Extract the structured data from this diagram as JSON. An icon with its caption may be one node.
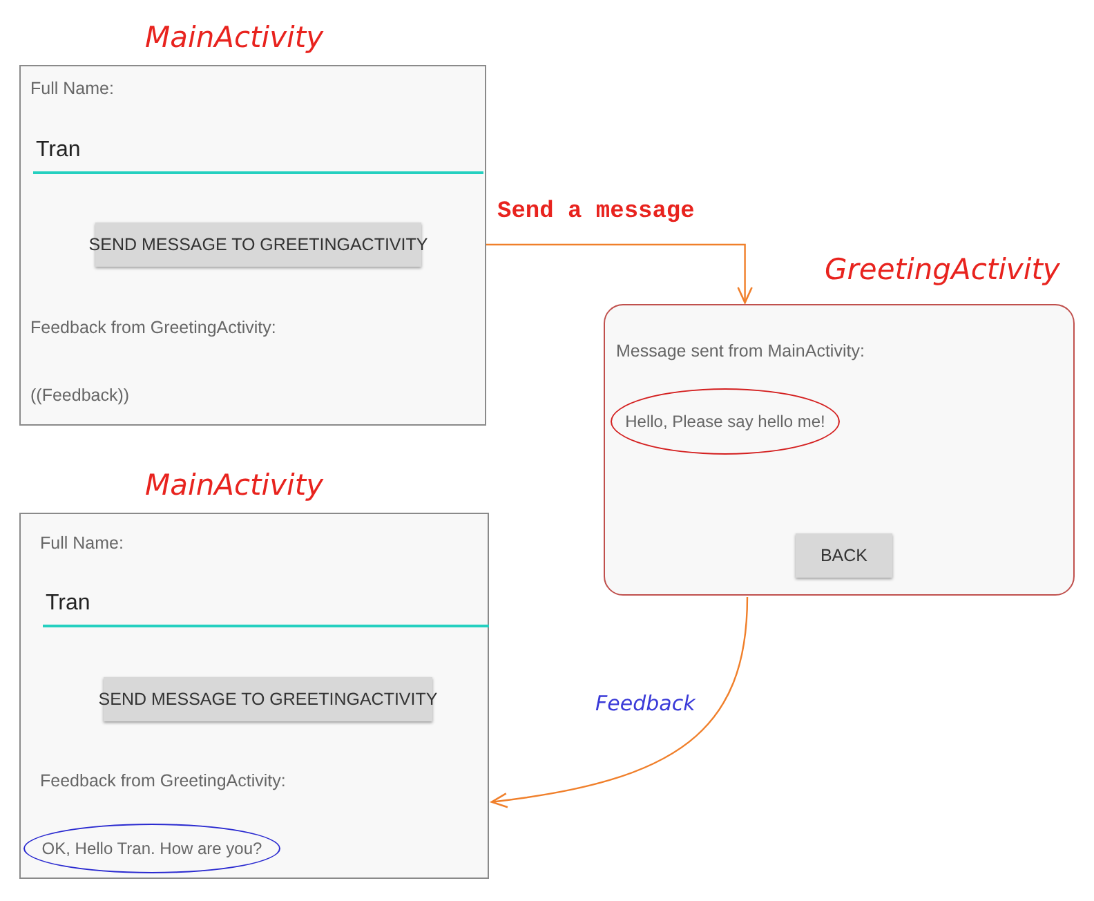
{
  "diagram": {
    "nodes": [
      {
        "text": [
          "MainActivity",
          "Full Name:",
          "Tran",
          "Feedback from GreetingActivity:",
          "((Feedback))"
        ]
      },
      {
        "text": [
          "SEND MESSAGE TO GREETINGACTIVITY"
        ],
        "in": 0
      },
      {
        "text": [
          "GreetingActivity",
          "Message sent from MainActivity:"
        ]
      },
      {
        "text": [
          "Hello, Please say hello me!"
        ],
        "in": 2
      },
      {
        "text": [
          "BACK"
        ],
        "in": 2
      },
      {
        "text": [
          "MainActivity",
          "Full Name:",
          "Tran",
          "Feedback from GreetingActivity:"
        ]
      },
      {
        "text": [
          "SEND MESSAGE TO GREETINGACTIVITY"
        ],
        "in": 5
      },
      {
        "text": [
          "OK, Hello Tran. How are you?"
        ],
        "in": 5
      }
    ],
    "edges": [
      {
        "from": 1,
        "to": 2,
        "arrow": "to",
        "label": "Send a message"
      },
      {
        "from": 2,
        "to": 5,
        "arrow": "to",
        "label": "Feedback"
      }
    ]
  }
}
